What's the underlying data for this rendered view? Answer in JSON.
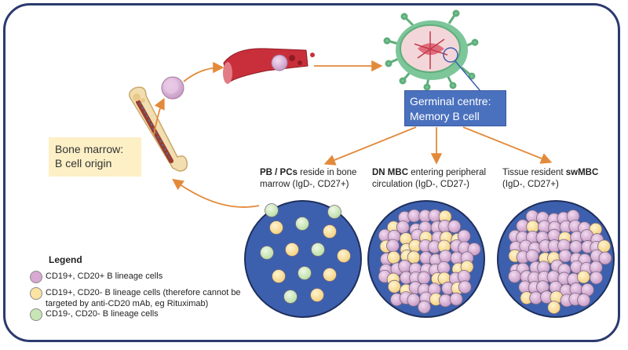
{
  "boxes": {
    "bone_marrow": {
      "line1": "Bone marrow:",
      "line2": "B cell origin"
    },
    "germinal_centre": {
      "line1": "Germinal centre:",
      "line2": "Memory B cell"
    }
  },
  "captions": {
    "pb": {
      "bold": "PB / PCs",
      "rest1": " reside in bone",
      "line2": "marrow (IgD-, CD27+)"
    },
    "dn": {
      "bold": "DN MBC",
      "rest1": " entering peripheral",
      "line2": "circulation (IgD-, CD27-)"
    },
    "sw": {
      "pre": "Tissue resident ",
      "bold": "swMBC",
      "line2": "(IgD-, CD27+)"
    }
  },
  "legend": {
    "title": "Legend",
    "items": [
      {
        "label": "CD19+, CD20+ B lineage cells",
        "color": "#d7a9d3"
      },
      {
        "label": "CD19+, CD20- B lineage cells (therefore cannot be",
        "label2": "targeted by anti-CD20 mAb, eg Rituximab)",
        "color": "#fbe3a2"
      },
      {
        "label": "CD19-, CD20- B lineage cells",
        "color": "#c8e6b5"
      }
    ]
  },
  "colors": {
    "frame": "#2b3a6e",
    "arrow": "#e38a3a",
    "circle_fill": "#3c60ae",
    "pink_cell": "#d7a9d3",
    "yellow_cell": "#fbe3a2",
    "green_cell": "#c8e6b5"
  }
}
